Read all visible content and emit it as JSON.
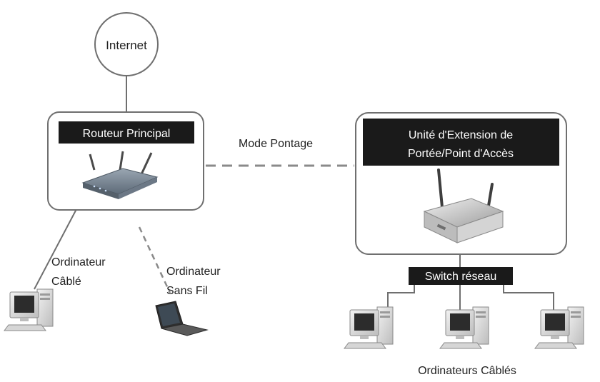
{
  "diagram": {
    "internet": "Internet",
    "main_router": {
      "label": "Routeur Principal"
    },
    "bridge_mode": "Mode Pontage",
    "extender": {
      "label_line1": "Unité d'Extension de",
      "label_line2": "Portée/Point d'Accès"
    },
    "wired_computer": {
      "line1": "Ordinateur",
      "line2": "Câblé"
    },
    "wireless_computer": {
      "line1": "Ordinateur",
      "line2": "Sans Fil"
    },
    "network_switch": "Switch réseau",
    "wired_computers": "Ordinateurs Câblés"
  },
  "colors": {
    "line": "#6f6f6f",
    "label_bg": "#1a1a1a",
    "label_text": "#ffffff",
    "dashed_link": "#8a8a8a"
  }
}
